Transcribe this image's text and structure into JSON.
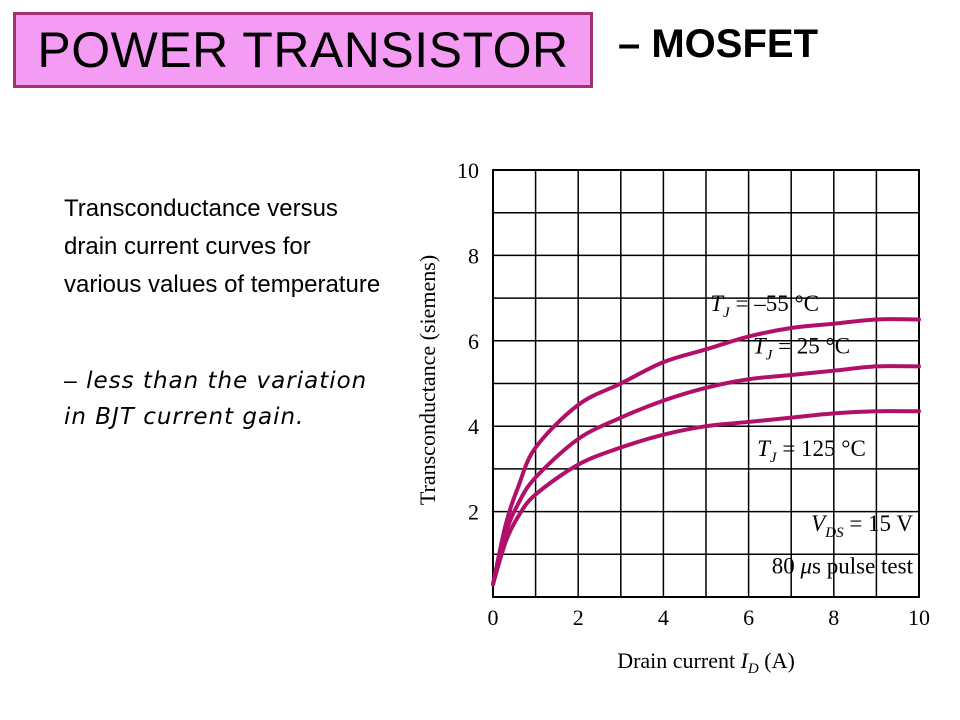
{
  "slide": {
    "title": "POWER TRANSISTOR",
    "subtitle": "– MOSFET",
    "description": "Transconductance versus drain current curves for various values of temperature",
    "note_dash": "–",
    "note": "less than the variation in BJT current gain."
  },
  "colors": {
    "title_fill": "#f49cf4",
    "title_border": "#a3306f",
    "curve": "#b0106a"
  },
  "chart_data": {
    "type": "line",
    "xlabel_main": "Drain current ",
    "xlabel_var": "I",
    "xlabel_sub": "D",
    "xlabel_unit": " (A)",
    "ylabel": "Transconductance (siemens)",
    "xlim": [
      0,
      10
    ],
    "ylim": [
      0,
      10
    ],
    "xticks": [
      "0",
      "2",
      "4",
      "6",
      "8",
      "10"
    ],
    "yticks": [
      "2",
      "4",
      "6",
      "8",
      "10"
    ],
    "grid": true,
    "series": [
      {
        "label_var": "T",
        "label_sub": "J",
        "label_rest": " = –55 °C",
        "x": [
          0.0,
          0.3,
          0.6,
          1.0,
          2.0,
          3.0,
          4.0,
          5.0,
          6.0,
          7.0,
          8.0,
          9.0,
          10.0
        ],
        "y": [
          0.3,
          1.7,
          2.6,
          3.5,
          4.5,
          5.0,
          5.5,
          5.8,
          6.1,
          6.3,
          6.4,
          6.5,
          6.5
        ]
      },
      {
        "label_var": "T",
        "label_sub": "J",
        "label_rest": " = 25 °C",
        "x": [
          0.0,
          0.3,
          0.6,
          1.0,
          2.0,
          3.0,
          4.0,
          5.0,
          6.0,
          7.0,
          8.0,
          9.0,
          10.0
        ],
        "y": [
          0.3,
          1.5,
          2.2,
          2.8,
          3.7,
          4.2,
          4.6,
          4.9,
          5.1,
          5.2,
          5.3,
          5.4,
          5.4
        ]
      },
      {
        "label_var": "T",
        "label_sub": "J",
        "label_rest": " = 125 °C",
        "x": [
          0.0,
          0.3,
          0.6,
          1.0,
          2.0,
          3.0,
          4.0,
          5.0,
          6.0,
          7.0,
          8.0,
          9.0,
          10.0
        ],
        "y": [
          0.3,
          1.3,
          1.9,
          2.4,
          3.1,
          3.5,
          3.8,
          4.0,
          4.1,
          4.2,
          4.3,
          4.35,
          4.35
        ]
      }
    ],
    "annotations": [
      {
        "var": "V",
        "sub": "DS",
        "rest": " = 15 V"
      },
      {
        "pre": "80 ",
        "greek": "μ",
        "rest": "s pulse test"
      }
    ]
  }
}
